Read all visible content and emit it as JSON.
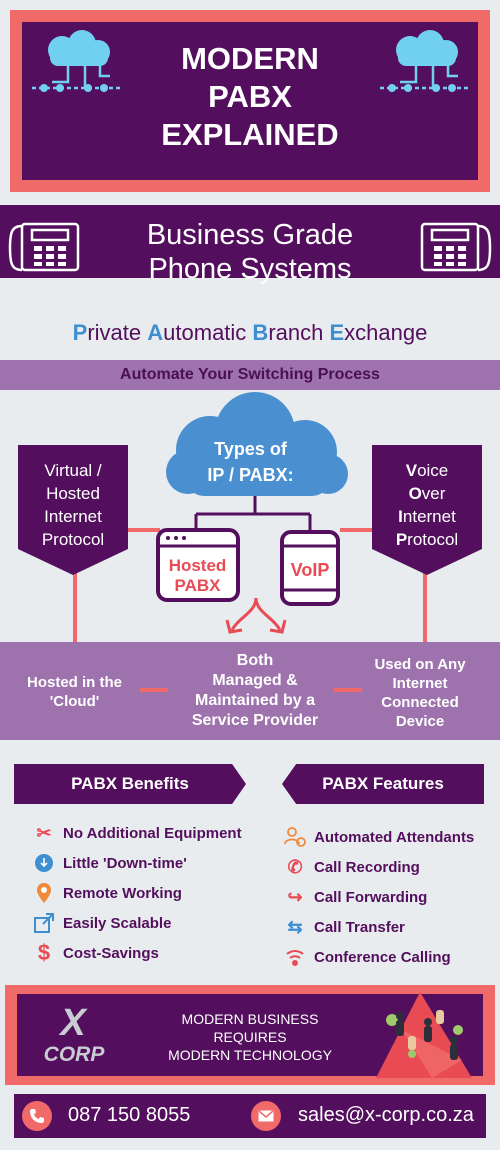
{
  "header": {
    "title_line1": "MODERN",
    "title_line2": "PABX",
    "title_line3": "EXPLAINED"
  },
  "subheader": {
    "line1": "Business Grade",
    "line2": "Phone Systems"
  },
  "acronym": {
    "p": "P",
    "rivate": "rivate ",
    "a": "A",
    "utomatic": "utomatic ",
    "b": "B",
    "ranch": "ranch ",
    "e": "E",
    "xchange": "xchange"
  },
  "automate": "Automate Your Switching Process",
  "types": {
    "line1": "Types of",
    "line2": "IP / PABX:"
  },
  "virtual": {
    "l1": "Virtual /",
    "l2": "Hosted",
    "l3": "Internet",
    "l4": "Protocol"
  },
  "voip_box": {
    "v": "V",
    "oice": "oice",
    "o": "O",
    "ver": "ver",
    "i": "I",
    "nternet": "nternet",
    "p": "P",
    "rotocol": "rotocol"
  },
  "hosted_label": {
    "l1": "Hosted",
    "l2": "PABX"
  },
  "voip_label": "VoIP",
  "middle": {
    "left": {
      "l1": "Hosted in the",
      "l2": "'Cloud'"
    },
    "center": {
      "l1": "Both",
      "l2": "Managed &",
      "l3": "Maintained by a",
      "l4": "Service Provider"
    },
    "right": {
      "l1": "Used on Any",
      "l2": "Internet",
      "l3": "Connected",
      "l4": "Device"
    }
  },
  "benefits": {
    "title": "PABX Benefits",
    "items": [
      {
        "label": "No Additional Equipment",
        "icon": "tools-icon"
      },
      {
        "label": "Little 'Down-time'",
        "icon": "download-circle-icon"
      },
      {
        "label": "Remote Working",
        "icon": "location-pin-icon"
      },
      {
        "label": "Easily Scalable",
        "icon": "expand-arrow-icon"
      },
      {
        "label": "Cost-Savings",
        "icon": "dollar-icon"
      }
    ]
  },
  "features": {
    "title": "PABX Features",
    "items": [
      {
        "label": "Automated Attendants",
        "icon": "user-check-icon"
      },
      {
        "label": "Call Recording",
        "icon": "phone-record-icon"
      },
      {
        "label": "Call Forwarding",
        "icon": "phone-forward-icon"
      },
      {
        "label": "Call Transfer",
        "icon": "phone-transfer-icon"
      },
      {
        "label": "Conference Calling",
        "icon": "wifi-phone-icon"
      }
    ]
  },
  "footer": {
    "l1": "MODERN BUSINESS",
    "l2": "REQUIRES",
    "l3": "MODERN TECHNOLOGY",
    "logo_x": "X",
    "logo_corp": "CORP"
  },
  "contact": {
    "phone": "087 150 8055",
    "email": "sales@x-corp.co.za"
  },
  "colors": {
    "purple": "#530f5d",
    "coral": "#f06a6a",
    "lavender": "#9e73ad",
    "red": "#e94b55",
    "blue": "#3d8fd1",
    "cloud": "#4a8fd0"
  }
}
